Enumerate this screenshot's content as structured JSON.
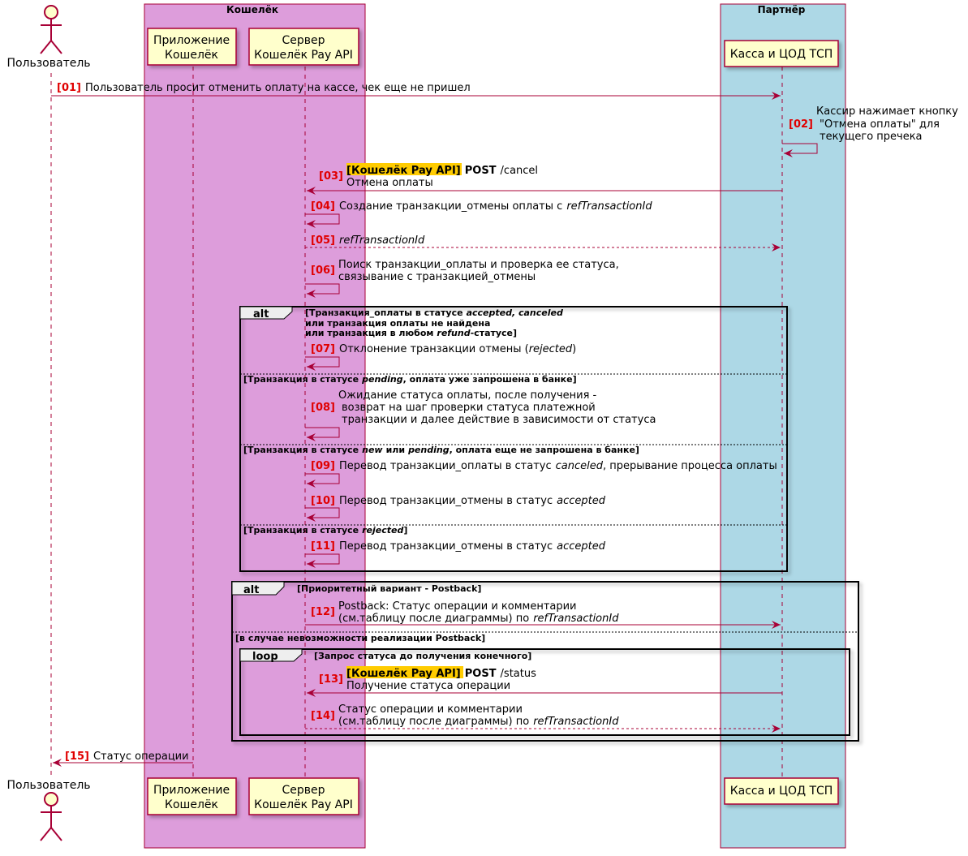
{
  "boxes": {
    "wallet": "Кошелёк",
    "partner": "Партнёр"
  },
  "participants": {
    "user": "Пользователь",
    "app_line1": "Приложение",
    "app_line2": "Кошелёк",
    "server_line1": "Сервер",
    "server_line2": "Кошелёк Pay API",
    "kassa": "Касса и ЦОД ТСП"
  },
  "messages": {
    "m01": {
      "num": "[01]",
      "text": "Пользователь просит отменить оплату на кассе, чек еще не пришел"
    },
    "m02": {
      "num": "[02]",
      "line1": "Кассир нажимает кнопку",
      "line2": "\"Отмена оплаты\" для",
      "line3": "текущего пречека"
    },
    "m03": {
      "num": "[03]",
      "tag": "[Кошелёк Pay API]",
      "method": "POST",
      "path": "/cancel",
      "line2": "Отмена оплаты"
    },
    "m04": {
      "num": "[04]",
      "text": "Создание транзакции_отмены оплаты с",
      "italic": "refTransactionId"
    },
    "m05": {
      "num": "[05]",
      "italic": "refTransactionId"
    },
    "m06": {
      "num": "[06]",
      "line1": "Поиск транзакции_оплаты и проверка ее статуса,",
      "line2": "связывание с транзакцией_отмены"
    },
    "m07": {
      "num": "[07]",
      "pre": "Отклонение транзакции отмены (",
      "italic": "rejected",
      "post": ")"
    },
    "m08": {
      "num": "[08]",
      "line1": "Ожидание статуса оплаты, после получения -",
      "line2": "возврат на шаг проверки статуса платежной",
      "line3": "транзакции и далее действие в зависимости от статуса"
    },
    "m09": {
      "num": "[09]",
      "pre": "Перевод транзакции_оплаты в статус",
      "italic": "canceled",
      "post": ", прерывание процесса оплаты"
    },
    "m10": {
      "num": "[10]",
      "pre": "Перевод транзакции_отмены в статус",
      "italic": "accepted"
    },
    "m11": {
      "num": "[11]",
      "pre": "Перевод транзакции_отмены в статус",
      "italic": "accepted"
    },
    "m12": {
      "num": "[12]",
      "line1": "Postback: Статус операции и комментарии",
      "line2": "(см.таблицу после диаграммы) по",
      "italic": "refTransactionId"
    },
    "m13": {
      "num": "[13]",
      "tag": "[Кошелёк Pay API]",
      "method": "POST",
      "path": "/status",
      "line2": "Получение статуса операции"
    },
    "m14": {
      "num": "[14]",
      "line1": "Статус операции и комментарии",
      "line2": "(см.таблицу после диаграммы) по",
      "italic": "refTransactionId"
    },
    "m15": {
      "num": "[15]",
      "text": "Статус операции"
    }
  },
  "alt1": {
    "label": "alt",
    "c1_l1_pre": "[Транзакция_оплаты в статусе",
    "c1_l1_it": "accepted, canceled",
    "c1_l2": "или транзакция оплаты не найдена",
    "c1_l3_pre": "или транзакция в любом",
    "c1_l3_it": "refund",
    "c1_l3_post": "-статусе]",
    "c2_pre": "[Транзакция в статусе",
    "c2_it": "pending",
    "c2_post": ", оплата уже запрошена в банке]",
    "c3_pre": "[Транзакция в статусе",
    "c3_it1": "new",
    "c3_mid": "или",
    "c3_it2": "pending",
    "c3_post": ", оплата еще не запрошена в банке]",
    "c4_pre": "[Транзакция в статусе",
    "c4_it": "rejected",
    "c4_post": "]"
  },
  "alt2": {
    "label": "alt",
    "c1": "[Приоритетный вариант - Postback]",
    "c2": "[в случае невозможности реализации Postback]"
  },
  "loop": {
    "label": "loop",
    "cond": "[Запрос статуса до получения конечного]"
  },
  "colors": {
    "wallet_box": "#dd9ddb",
    "partner_box": "#add8e6",
    "participant_fill": "#ffffcc",
    "participant_border": "#a80036",
    "arrow": "#a80036",
    "number": "#e00000",
    "highlight": "#ffcc00"
  }
}
